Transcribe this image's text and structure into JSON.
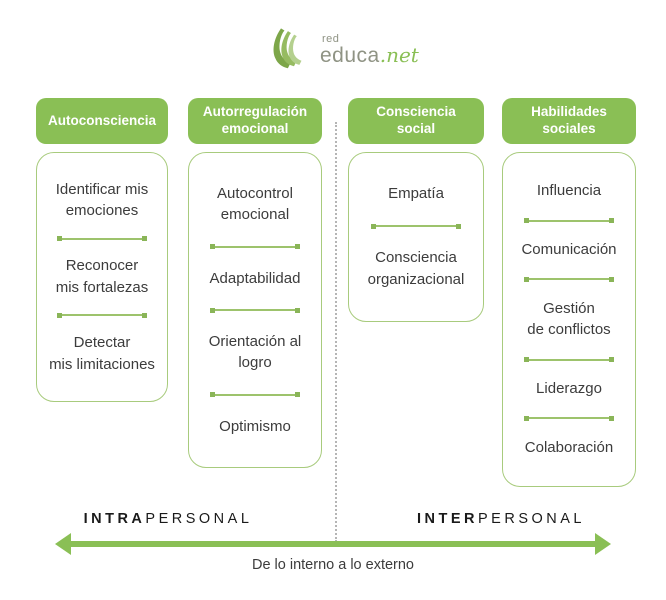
{
  "logo": {
    "word_top": "red",
    "word_main": "educa",
    "word_suffix": ".net"
  },
  "columns": [
    {
      "header": "Autoconsciencia",
      "items": [
        "Identificar mis\nemociones",
        "Reconocer\nmis fortalezas",
        "Detectar\nmis limitaciones"
      ]
    },
    {
      "header": "Autorregulación\nemocional",
      "items": [
        "Autocontrol\nemocional",
        "Adaptabilidad",
        "Orientación al\nlogro",
        "Optimismo"
      ]
    },
    {
      "header": "Consciencia\nsocial",
      "items": [
        "Empatía",
        "Consciencia\norganizacional"
      ]
    },
    {
      "header": "Habilidades\nsociales",
      "items": [
        "Influencia",
        "Comunicación",
        "Gestión\nde conflictos",
        "Liderazgo",
        "Colaboración"
      ]
    }
  ],
  "axis": {
    "left_bold": "INTRA",
    "left_rest": "PERSONAL",
    "right_bold": "INTER",
    "right_rest": "PERSONAL",
    "caption": "De lo interno a lo externo"
  },
  "colors": {
    "accent_green": "#8abf55",
    "card_border": "#a8cb7d",
    "divider_line": "#9dc36c",
    "item_text": "#3c3c3c",
    "dotted_divider": "#b5b5b5",
    "logo_gray": "#8f9384"
  }
}
